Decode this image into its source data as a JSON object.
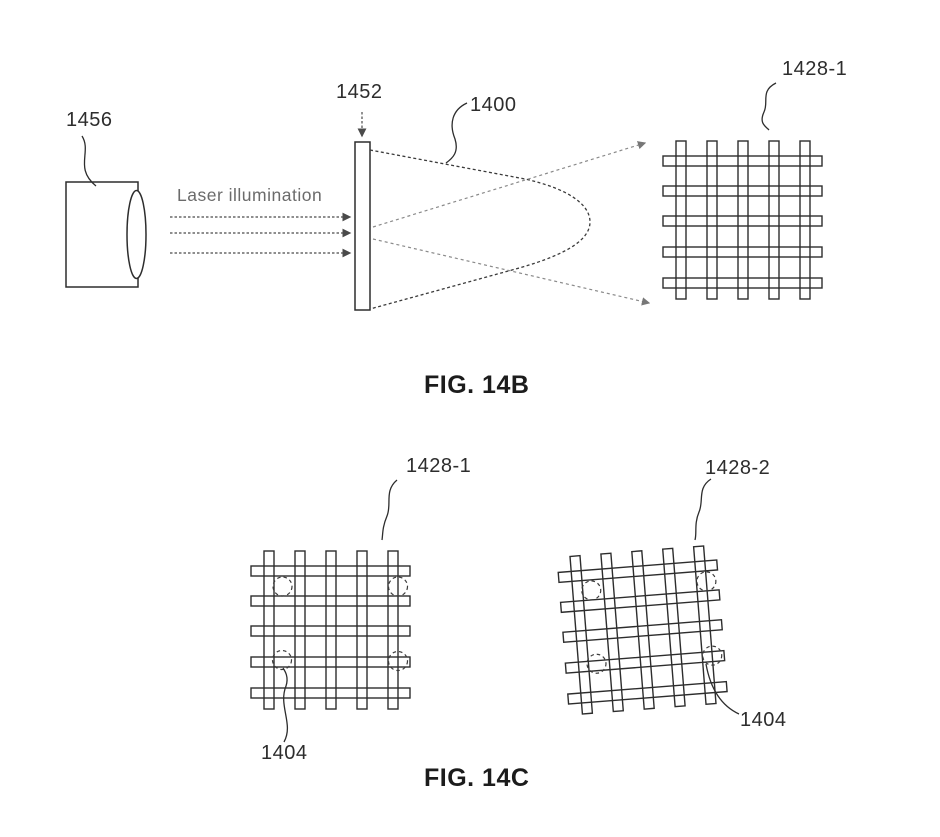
{
  "figure_14b": {
    "caption": "FIG. 14B",
    "laser_annotation": "Laser illumination",
    "labels": {
      "laser_source": "1456",
      "diffuser": "1452",
      "projection": "1400",
      "grid": "1428-1"
    }
  },
  "figure_14c": {
    "caption": "FIG. 14C",
    "labels": {
      "grid_left": "1428-1",
      "grid_right": "1428-2",
      "feature_left": "1404",
      "feature_right": "1404"
    }
  },
  "colors": {
    "ink": "#2d2d2d",
    "ray_gray": "#8a8a8a",
    "annotation_gray": "#6b6b6b",
    "background": "#ffffff"
  }
}
